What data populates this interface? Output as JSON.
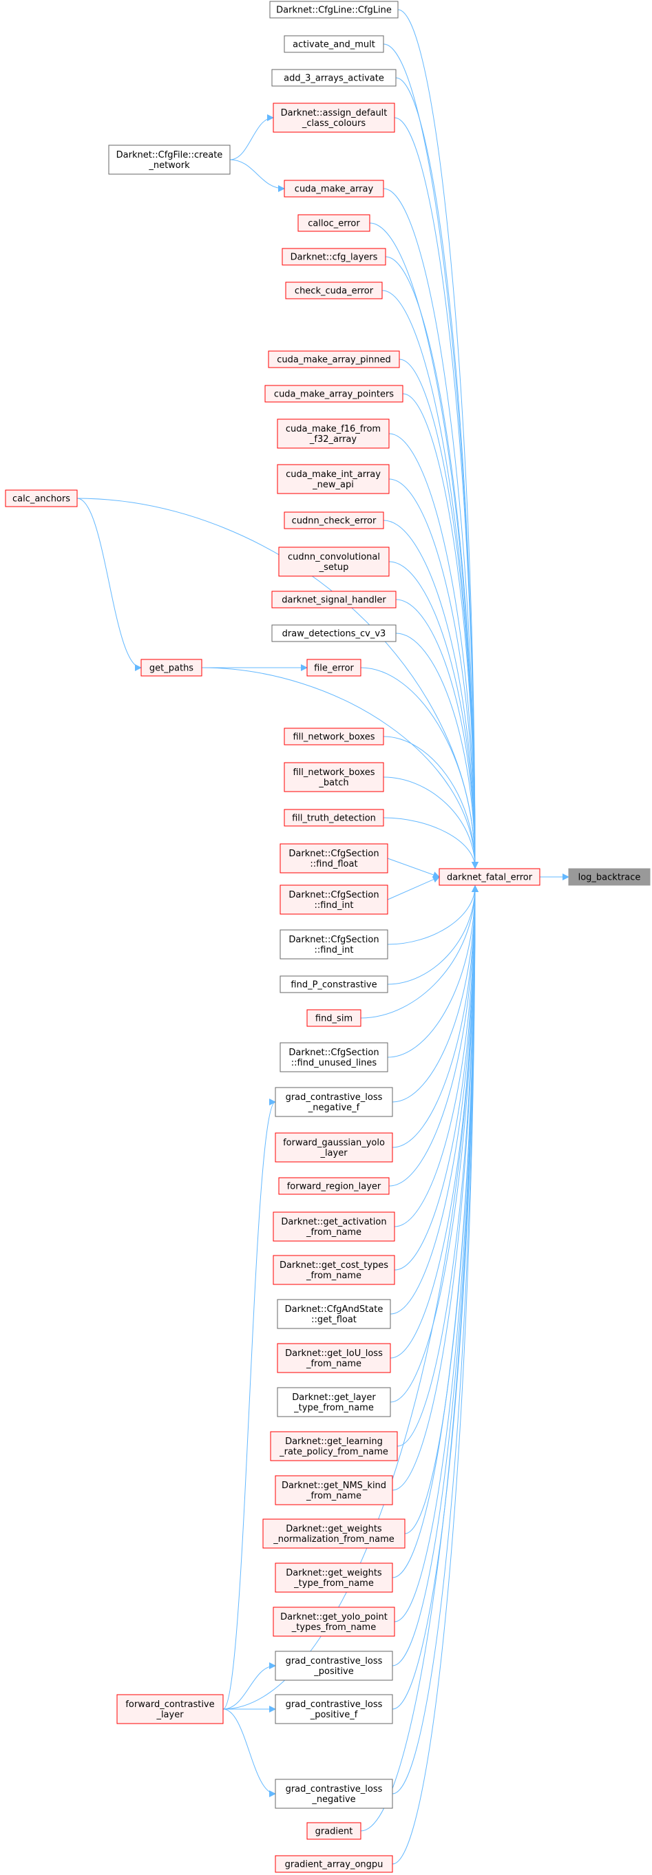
{
  "title": "log_backtrace caller graph",
  "colors": {
    "edge": "#63B8FF",
    "red_border": "#FF0000",
    "red_fill": "#FFF0F0",
    "gray_border": "#666666",
    "white_fill": "#FFFFFF",
    "current_border": "#999999",
    "current_fill": "#999999"
  },
  "nodes": [
    {
      "id": "log_backtrace",
      "lines": [
        "log_backtrace"
      ],
      "style": "current"
    },
    {
      "id": "darknet_fatal_error",
      "lines": [
        "darknet_fatal_error"
      ],
      "style": "red"
    },
    {
      "id": "cfgline",
      "lines": [
        "Darknet::CfgLine::CfgLine"
      ],
      "style": "gray"
    },
    {
      "id": "activate_and_mult",
      "lines": [
        "activate_and_mult"
      ],
      "style": "gray"
    },
    {
      "id": "add_3_arrays_activate",
      "lines": [
        "add_3_arrays_activate"
      ],
      "style": "gray"
    },
    {
      "id": "assign_default",
      "lines": [
        "Darknet::assign_default",
        "_class_colours"
      ],
      "style": "red"
    },
    {
      "id": "cuda_make_array",
      "lines": [
        "cuda_make_array"
      ],
      "style": "red"
    },
    {
      "id": "calloc_error",
      "lines": [
        "calloc_error"
      ],
      "style": "red"
    },
    {
      "id": "cfg_layers",
      "lines": [
        "Darknet::cfg_layers"
      ],
      "style": "red"
    },
    {
      "id": "check_cuda_error",
      "lines": [
        "check_cuda_error"
      ],
      "style": "red"
    },
    {
      "id": "cuda_make_array_pinned",
      "lines": [
        "cuda_make_array_pinned"
      ],
      "style": "red"
    },
    {
      "id": "cuda_make_array_pointers",
      "lines": [
        "cuda_make_array_pointers"
      ],
      "style": "red"
    },
    {
      "id": "cuda_make_f16",
      "lines": [
        "cuda_make_f16_from",
        "_f32_array"
      ],
      "style": "red"
    },
    {
      "id": "cuda_make_int_array",
      "lines": [
        "cuda_make_int_array",
        "_new_api"
      ],
      "style": "red"
    },
    {
      "id": "cudnn_check_error",
      "lines": [
        "cudnn_check_error"
      ],
      "style": "red"
    },
    {
      "id": "cudnn_convolutional",
      "lines": [
        "cudnn_convolutional",
        "_setup"
      ],
      "style": "red"
    },
    {
      "id": "darknet_signal_handler",
      "lines": [
        "darknet_signal_handler"
      ],
      "style": "red"
    },
    {
      "id": "draw_detections",
      "lines": [
        "draw_detections_cv_v3"
      ],
      "style": "gray"
    },
    {
      "id": "file_error",
      "lines": [
        "file_error"
      ],
      "style": "red"
    },
    {
      "id": "fill_network_boxes",
      "lines": [
        "fill_network_boxes"
      ],
      "style": "red"
    },
    {
      "id": "fill_network_boxes_batch",
      "lines": [
        "fill_network_boxes",
        "_batch"
      ],
      "style": "red"
    },
    {
      "id": "fill_truth_detection",
      "lines": [
        "fill_truth_detection"
      ],
      "style": "red"
    },
    {
      "id": "find_float",
      "lines": [
        "Darknet::CfgSection",
        "::find_float"
      ],
      "style": "red"
    },
    {
      "id": "find_int_red",
      "lines": [
        "Darknet::CfgSection",
        "::find_int"
      ],
      "style": "red"
    },
    {
      "id": "find_int_gray",
      "lines": [
        "Darknet::CfgSection",
        "::find_int"
      ],
      "style": "gray"
    },
    {
      "id": "find_P_constrastive",
      "lines": [
        "find_P_constrastive"
      ],
      "style": "gray"
    },
    {
      "id": "find_sim",
      "lines": [
        "find_sim"
      ],
      "style": "red"
    },
    {
      "id": "find_unused_lines",
      "lines": [
        "Darknet::CfgSection",
        "::find_unused_lines"
      ],
      "style": "gray"
    },
    {
      "id": "grad_neg_f",
      "lines": [
        "grad_contrastive_loss",
        "_negative_f"
      ],
      "style": "gray"
    },
    {
      "id": "forward_gaussian",
      "lines": [
        "forward_gaussian_yolo",
        "_layer"
      ],
      "style": "red"
    },
    {
      "id": "forward_region",
      "lines": [
        "forward_region_layer"
      ],
      "style": "red"
    },
    {
      "id": "get_activation",
      "lines": [
        "Darknet::get_activation",
        "_from_name"
      ],
      "style": "red"
    },
    {
      "id": "get_cost_types",
      "lines": [
        "Darknet::get_cost_types",
        "_from_name"
      ],
      "style": "red"
    },
    {
      "id": "get_float",
      "lines": [
        "Darknet::CfgAndState",
        "::get_float"
      ],
      "style": "gray"
    },
    {
      "id": "get_iou_loss",
      "lines": [
        "Darknet::get_IoU_loss",
        "_from_name"
      ],
      "style": "red"
    },
    {
      "id": "get_layer_type",
      "lines": [
        "Darknet::get_layer",
        "_type_from_name"
      ],
      "style": "gray"
    },
    {
      "id": "get_learning_rate",
      "lines": [
        "Darknet::get_learning",
        "_rate_policy_from_name"
      ],
      "style": "red"
    },
    {
      "id": "get_nms_kind",
      "lines": [
        "Darknet::get_NMS_kind",
        "_from_name"
      ],
      "style": "red"
    },
    {
      "id": "get_weights_norm",
      "lines": [
        "Darknet::get_weights",
        "_normalization_from_name"
      ],
      "style": "red"
    },
    {
      "id": "get_weights_type",
      "lines": [
        "Darknet::get_weights",
        "_type_from_name"
      ],
      "style": "red"
    },
    {
      "id": "get_yolo_point",
      "lines": [
        "Darknet::get_yolo_point",
        "_types_from_name"
      ],
      "style": "red"
    },
    {
      "id": "grad_pos",
      "lines": [
        "grad_contrastive_loss",
        "_positive"
      ],
      "style": "gray"
    },
    {
      "id": "grad_pos_f",
      "lines": [
        "grad_contrastive_loss",
        "_positive_f"
      ],
      "style": "gray"
    },
    {
      "id": "grad_neg",
      "lines": [
        "grad_contrastive_loss",
        "_negative"
      ],
      "style": "gray"
    },
    {
      "id": "gradient",
      "lines": [
        "gradient"
      ],
      "style": "red"
    },
    {
      "id": "gradient_array_ongpu",
      "lines": [
        "gradient_array_ongpu"
      ],
      "style": "red"
    },
    {
      "id": "cfgfile_create",
      "lines": [
        "Darknet::CfgFile::create",
        "_network"
      ],
      "style": "gray"
    },
    {
      "id": "calc_anchors",
      "lines": [
        "calc_anchors"
      ],
      "style": "red"
    },
    {
      "id": "get_paths",
      "lines": [
        "get_paths"
      ],
      "style": "red"
    },
    {
      "id": "forward_contrastive",
      "lines": [
        "forward_contrastive",
        "_layer"
      ],
      "style": "red"
    }
  ],
  "edges": [
    [
      "darknet_fatal_error",
      "log_backtrace"
    ],
    [
      "cfgline",
      "darknet_fatal_error"
    ],
    [
      "activate_and_mult",
      "darknet_fatal_error"
    ],
    [
      "add_3_arrays_activate",
      "darknet_fatal_error"
    ],
    [
      "assign_default",
      "darknet_fatal_error"
    ],
    [
      "cuda_make_array",
      "darknet_fatal_error"
    ],
    [
      "calloc_error",
      "darknet_fatal_error"
    ],
    [
      "cfg_layers",
      "darknet_fatal_error"
    ],
    [
      "check_cuda_error",
      "darknet_fatal_error"
    ],
    [
      "calc_anchors",
      "darknet_fatal_error"
    ],
    [
      "cuda_make_array_pinned",
      "darknet_fatal_error"
    ],
    [
      "cuda_make_array_pointers",
      "darknet_fatal_error"
    ],
    [
      "cuda_make_f16",
      "darknet_fatal_error"
    ],
    [
      "cuda_make_int_array",
      "darknet_fatal_error"
    ],
    [
      "cudnn_check_error",
      "darknet_fatal_error"
    ],
    [
      "cudnn_convolutional",
      "darknet_fatal_error"
    ],
    [
      "darknet_signal_handler",
      "darknet_fatal_error"
    ],
    [
      "draw_detections",
      "darknet_fatal_error"
    ],
    [
      "file_error",
      "darknet_fatal_error"
    ],
    [
      "get_paths",
      "darknet_fatal_error"
    ],
    [
      "fill_network_boxes",
      "darknet_fatal_error"
    ],
    [
      "fill_network_boxes_batch",
      "darknet_fatal_error"
    ],
    [
      "fill_truth_detection",
      "darknet_fatal_error"
    ],
    [
      "find_float",
      "darknet_fatal_error"
    ],
    [
      "find_int_red",
      "darknet_fatal_error"
    ],
    [
      "find_int_gray",
      "darknet_fatal_error"
    ],
    [
      "find_P_constrastive",
      "darknet_fatal_error"
    ],
    [
      "find_sim",
      "darknet_fatal_error"
    ],
    [
      "find_unused_lines",
      "darknet_fatal_error"
    ],
    [
      "grad_neg_f",
      "darknet_fatal_error"
    ],
    [
      "forward_gaussian",
      "darknet_fatal_error"
    ],
    [
      "forward_region",
      "darknet_fatal_error"
    ],
    [
      "get_activation",
      "darknet_fatal_error"
    ],
    [
      "get_cost_types",
      "darknet_fatal_error"
    ],
    [
      "get_float",
      "darknet_fatal_error"
    ],
    [
      "get_iou_loss",
      "darknet_fatal_error"
    ],
    [
      "get_layer_type",
      "darknet_fatal_error"
    ],
    [
      "get_learning_rate",
      "darknet_fatal_error"
    ],
    [
      "get_nms_kind",
      "darknet_fatal_error"
    ],
    [
      "get_weights_norm",
      "darknet_fatal_error"
    ],
    [
      "get_weights_type",
      "darknet_fatal_error"
    ],
    [
      "get_yolo_point",
      "darknet_fatal_error"
    ],
    [
      "grad_pos",
      "darknet_fatal_error"
    ],
    [
      "grad_pos_f",
      "darknet_fatal_error"
    ],
    [
      "forward_contrastive",
      "darknet_fatal_error"
    ],
    [
      "grad_neg",
      "darknet_fatal_error"
    ],
    [
      "gradient",
      "darknet_fatal_error"
    ],
    [
      "gradient_array_ongpu",
      "darknet_fatal_error"
    ],
    [
      "cfgfile_create",
      "assign_default"
    ],
    [
      "cfgfile_create",
      "cuda_make_array"
    ],
    [
      "calc_anchors",
      "get_paths"
    ],
    [
      "get_paths",
      "file_error"
    ],
    [
      "forward_contrastive",
      "grad_neg_f"
    ],
    [
      "forward_contrastive",
      "grad_pos"
    ],
    [
      "forward_contrastive",
      "grad_pos_f"
    ],
    [
      "forward_contrastive",
      "grad_neg"
    ]
  ]
}
